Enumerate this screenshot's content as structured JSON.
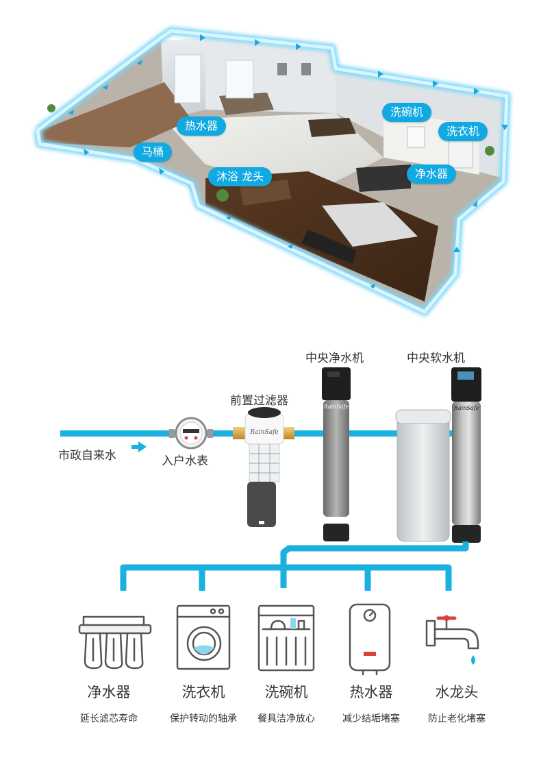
{
  "house": {
    "labels": {
      "water_heater": "热水器",
      "toilet": "马桶",
      "shower_faucet": "沐浴 龙头",
      "dishwasher": "洗碗机",
      "washing_machine": "洗衣机",
      "water_purifier": "净水器"
    }
  },
  "system": {
    "source_label": "市政自来水",
    "meter_label": "入户水表",
    "prefilter_label": "前置过滤器",
    "central_purifier_label": "中央净水机",
    "central_softener_label": "中央软水机",
    "brand_text": "RainSafe"
  },
  "appliances": [
    {
      "name": "净水器",
      "desc": "延长滤芯寿命",
      "icon": "water-purifier-icon"
    },
    {
      "name": "洗衣机",
      "desc": "保护转动的轴承",
      "icon": "washing-machine-icon"
    },
    {
      "name": "洗碗机",
      "desc": "餐具洁净放心",
      "icon": "dishwasher-icon"
    },
    {
      "name": "热水器",
      "desc": "减少结垢堵塞",
      "icon": "water-heater-icon"
    },
    {
      "name": "水龙头",
      "desc": "防止老化堵塞",
      "icon": "faucet-icon"
    }
  ],
  "colors": {
    "pipe": "#1ab0e0",
    "label_bg": "#11a9e2",
    "icon_stroke": "#555555",
    "accent_red": "#d9423a"
  }
}
